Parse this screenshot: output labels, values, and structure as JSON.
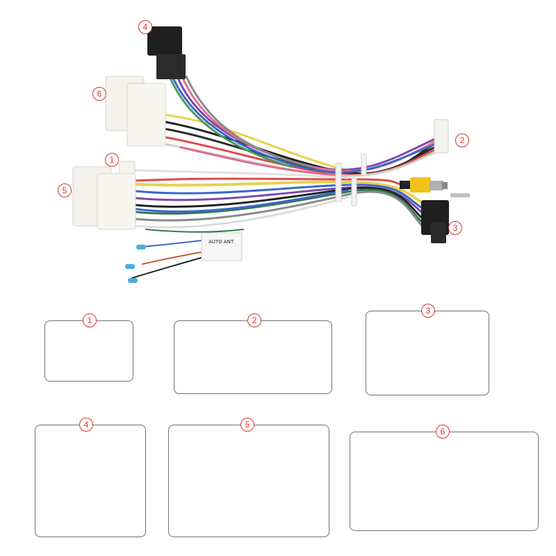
{
  "callouts": [
    "1",
    "2",
    "3",
    "4",
    "5",
    "6"
  ],
  "tag_label": "AUTO ANT"
}
